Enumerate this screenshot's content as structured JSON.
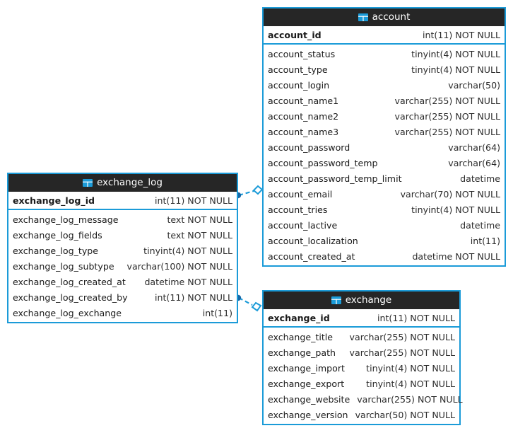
{
  "diagram": {
    "type": "entity-relationship-diagram",
    "background_color": "#ffffff",
    "accent_color": "#1b9bd8",
    "header_color": "#262626",
    "icon_name": "table-icon"
  },
  "tables": [
    {
      "id": "account",
      "title": "account",
      "icon": "table-icon",
      "primary_key": {
        "name": "account_id",
        "type": "int(11) NOT NULL"
      },
      "columns": [
        {
          "name": "account_status",
          "type": "tinyint(4) NOT NULL"
        },
        {
          "name": "account_type",
          "type": "tinyint(4) NOT NULL"
        },
        {
          "name": "account_login",
          "type": "varchar(50)"
        },
        {
          "name": "account_name1",
          "type": "varchar(255) NOT NULL"
        },
        {
          "name": "account_name2",
          "type": "varchar(255) NOT NULL"
        },
        {
          "name": "account_name3",
          "type": "varchar(255) NOT NULL"
        },
        {
          "name": "account_password",
          "type": "varchar(64)"
        },
        {
          "name": "account_password_temp",
          "type": "varchar(64)"
        },
        {
          "name": "account_password_temp_limit",
          "type": "datetime"
        },
        {
          "name": "account_email",
          "type": "varchar(70) NOT NULL"
        },
        {
          "name": "account_tries",
          "type": "tinyint(4) NOT NULL"
        },
        {
          "name": "account_lactive",
          "type": "datetime"
        },
        {
          "name": "account_localization",
          "type": "int(11)"
        },
        {
          "name": "account_created_at",
          "type": "datetime NOT NULL"
        }
      ]
    },
    {
      "id": "exchange_log",
      "title": "exchange_log",
      "icon": "table-icon",
      "primary_key": {
        "name": "exchange_log_id",
        "type": "int(11) NOT NULL"
      },
      "columns": [
        {
          "name": "exchange_log_message",
          "type": "text NOT NULL"
        },
        {
          "name": "exchange_log_fields",
          "type": "text NOT NULL"
        },
        {
          "name": "exchange_log_type",
          "type": "tinyint(4) NOT NULL"
        },
        {
          "name": "exchange_log_subtype",
          "type": "varchar(100) NOT NULL"
        },
        {
          "name": "exchange_log_created_at",
          "type": "datetime NOT NULL"
        },
        {
          "name": "exchange_log_created_by",
          "type": "int(11) NOT NULL"
        },
        {
          "name": "exchange_log_exchange",
          "type": "int(11)"
        }
      ]
    },
    {
      "id": "exchange",
      "title": "exchange",
      "icon": "table-icon",
      "primary_key": {
        "name": "exchange_id",
        "type": "int(11) NOT NULL"
      },
      "columns": [
        {
          "name": "exchange_title",
          "type": "varchar(255) NOT NULL"
        },
        {
          "name": "exchange_path",
          "type": "varchar(255) NOT NULL"
        },
        {
          "name": "exchange_import",
          "type": "tinyint(4) NOT NULL"
        },
        {
          "name": "exchange_export",
          "type": "tinyint(4) NOT NULL"
        },
        {
          "name": "exchange_website",
          "type": "varchar(255) NOT NULL"
        },
        {
          "name": "exchange_version",
          "type": "varchar(50) NOT NULL"
        }
      ]
    }
  ],
  "relationships": [
    {
      "id": "rel-log-account",
      "from_table": "exchange_log",
      "from_column": "exchange_log_id",
      "to_table": "account",
      "to_column": "account_password_temp_limit",
      "style": "dashed",
      "from_marker": "filled-dot",
      "to_marker": "open-diamond"
    },
    {
      "id": "rel-log-exchange",
      "from_table": "exchange_log",
      "from_column": "exchange_log_created_by",
      "to_table": "exchange",
      "to_column": "exchange_id",
      "style": "dashed",
      "from_marker": "filled-dot",
      "to_marker": "open-diamond"
    }
  ]
}
